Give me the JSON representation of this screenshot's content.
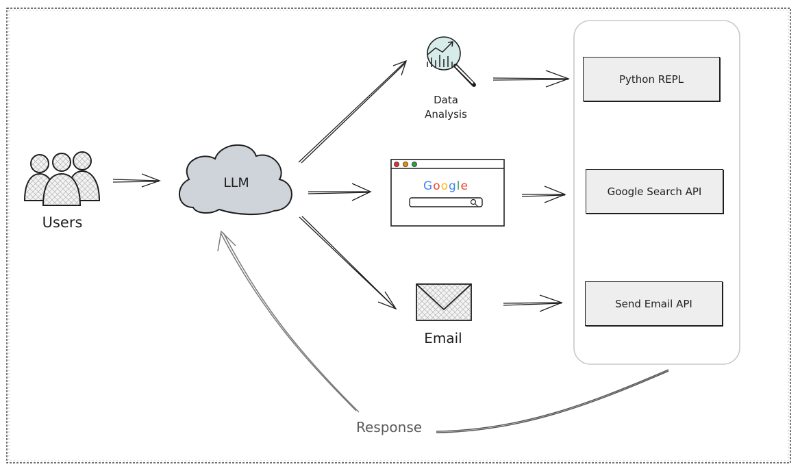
{
  "users": {
    "label": "Users"
  },
  "llm": {
    "label": "LLM"
  },
  "data_analysis": {
    "label_line1": "Data",
    "label_line2": "Analysis"
  },
  "google": {
    "logo_letters": [
      {
        "ch": "G",
        "color": "#4285F4"
      },
      {
        "ch": "o",
        "color": "#EA4335"
      },
      {
        "ch": "o",
        "color": "#FBBC05"
      },
      {
        "ch": "g",
        "color": "#4285F4"
      },
      {
        "ch": "l",
        "color": "#34A853"
      },
      {
        "ch": "e",
        "color": "#EA4335"
      }
    ]
  },
  "email": {
    "label": "Email"
  },
  "tools": {
    "python_repl": "Python REPL",
    "google_search_api": "Google Search API",
    "send_email_api": "Send Email API"
  },
  "response": {
    "label": "Response"
  },
  "colors": {
    "stroke": "#1e1e1e",
    "cloud_fill": "#ced4da",
    "box_fill": "#eeeeee",
    "return_arrow": "#7a7a7a",
    "hatch": "#bbbbbb"
  }
}
